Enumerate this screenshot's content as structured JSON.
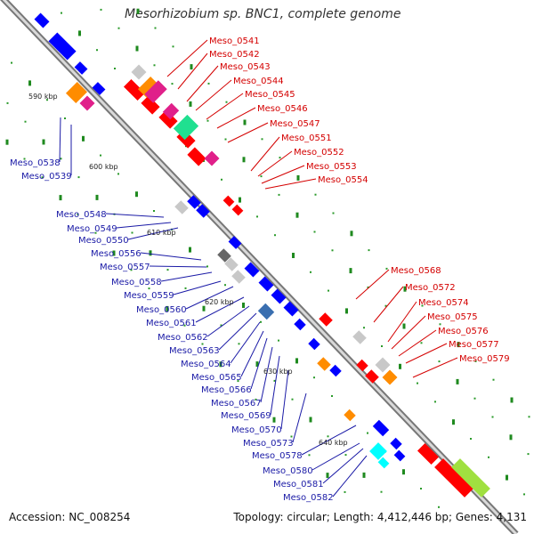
{
  "title": "Mesorhizobium sp. BNC1, complete genome",
  "footer": {
    "accession": "Accession: NC_008254",
    "topology": "Topology: circular; Length: 4,412,446 bp; Genes: 4,131"
  },
  "colors": {
    "backbone": "#9a9a9a",
    "forward": "#ff0000",
    "reverse": "#0000ff",
    "gc_tick": "#1f8a1f",
    "label_red": "#d40000",
    "label_blue": "#1a1aa6"
  },
  "position_markers": [
    {
      "text": "590 kbp"
    },
    {
      "text": "600 kbp"
    },
    {
      "text": "610 kbp"
    },
    {
      "text": "620 kbp"
    },
    {
      "text": "630 kbp"
    },
    {
      "text": "640 kbp"
    }
  ],
  "gene_labels_red": [
    "Meso_0541",
    "Meso_0542",
    "Meso_0543",
    "Meso_0544",
    "Meso_0545",
    "Meso_0546",
    "Meso_0547",
    "Meso_0551",
    "Meso_0552",
    "Meso_0553",
    "Meso_0554",
    "Meso_0568",
    "Meso_0572",
    "Meso_0574",
    "Meso_0575",
    "Meso_0576",
    "Meso_0577",
    "Meso_0579"
  ],
  "gene_labels_blue": [
    "Meso_0538",
    "Meso_0539",
    "Meso_0548",
    "Meso_0549",
    "Meso_0550",
    "Meso_0556",
    "Meso_0557",
    "Meso_0558",
    "Meso_0559",
    "Meso_0560",
    "Meso_0561",
    "Meso_0562",
    "Meso_0563",
    "Meso_0564",
    "Meso_0565",
    "Meso_0566",
    "Meso_0567",
    "Meso_0569",
    "Meso_0570",
    "Meso_0573",
    "Meso_0578",
    "Meso_0580",
    "Meso_0581",
    "Meso_0582"
  ]
}
